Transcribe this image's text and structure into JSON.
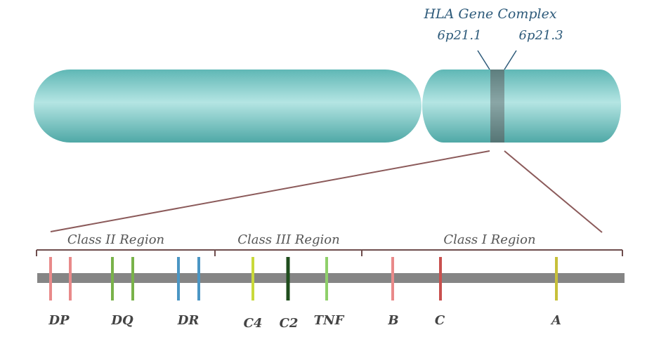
{
  "header": {
    "title": "HLA Gene Complex",
    "band_left": "6p21.1",
    "band_right": "6p21.3"
  },
  "regions": [
    {
      "label": "Class II Region"
    },
    {
      "label": "Class III Region"
    },
    {
      "label": "Class I Region"
    }
  ],
  "genes": [
    {
      "label": "DP",
      "color": "#e98a8a"
    },
    {
      "label": "DQ",
      "color": "#79b24a"
    },
    {
      "label": "DR",
      "color": "#4b96c4"
    },
    {
      "label": "C4",
      "color": "#c9d93b"
    },
    {
      "label": "C2",
      "color": "#1f4d1d"
    },
    {
      "label": "TNF",
      "color": "#8fd06a"
    },
    {
      "label": "B",
      "color": "#e98a8a"
    },
    {
      "label": "C",
      "color": "#c9514f"
    },
    {
      "label": "A",
      "color": "#c7c03a"
    }
  ],
  "colors": {
    "chromosome": "#6cc2c0",
    "chromosome_highlight": "#a9e0de",
    "band": "#6f8f8f",
    "title_text": "#2d5a7a",
    "region_text": "#555555",
    "bracket": "#6e4d4d",
    "zoom_lines": "#8b5a5a",
    "gene_bar": "#858585",
    "gene_label": "#444444"
  }
}
